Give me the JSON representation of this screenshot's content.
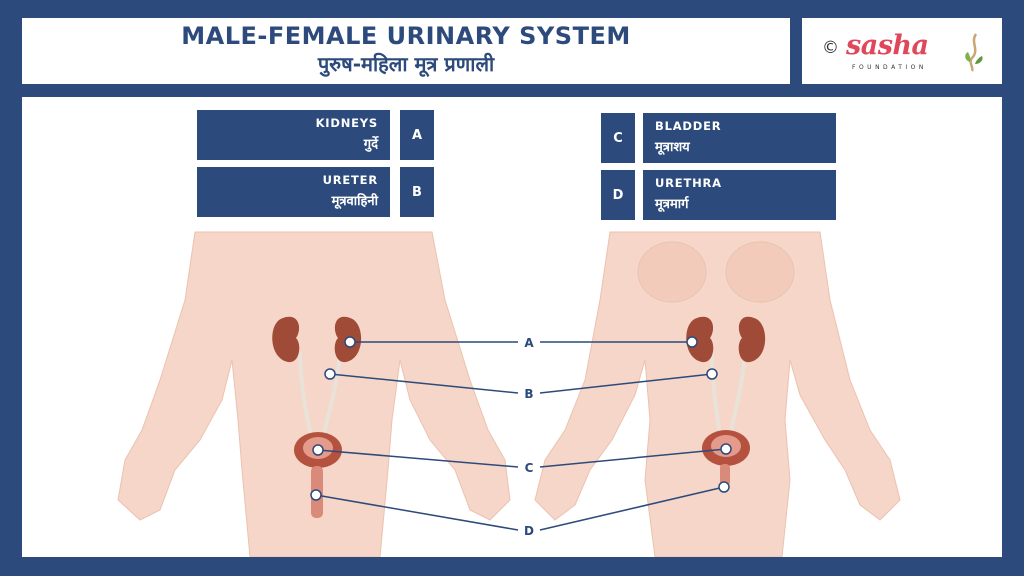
{
  "header": {
    "title_en": "MALE-FEMALE URINARY SYSTEM",
    "title_hi": "पुरुष-महिला मूत्र प्रणाली"
  },
  "logo": {
    "copyright": "©",
    "name": "sasha",
    "sub": "FOUNDATION"
  },
  "legend": [
    {
      "key": "A",
      "en": "KIDNEYS",
      "hi": "गुर्दे"
    },
    {
      "key": "B",
      "en": "URETER",
      "hi": "मूत्रवाहिनी"
    },
    {
      "key": "C",
      "en": "BLADDER",
      "hi": "मूत्राशय"
    },
    {
      "key": "D",
      "en": "URETHRA",
      "hi": "मूत्रमार्ग"
    }
  ],
  "pointers": [
    "A",
    "B",
    "C",
    "D"
  ],
  "colors": {
    "navy": "#2c4a7b",
    "skin": "#f5d6c8",
    "kidney": "#a04a38",
    "brand": "#e0475b"
  }
}
